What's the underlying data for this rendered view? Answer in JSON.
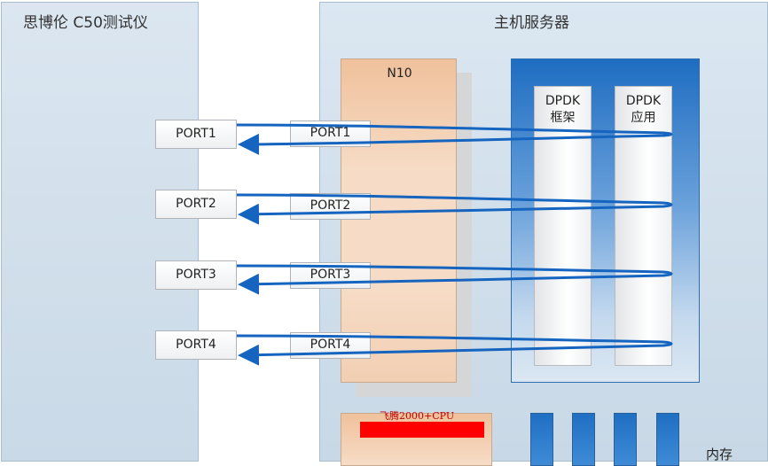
{
  "tester": {
    "title": "思博伦 C50测试仪"
  },
  "host": {
    "title": "主机服务器"
  },
  "n10": {
    "label": "N10"
  },
  "dpdk": {
    "framework": {
      "line1": "DPDK",
      "line2": "框架"
    },
    "app": {
      "line1": "DPDK",
      "line2": "应用"
    }
  },
  "tester_ports": [
    "PORT1",
    "PORT2",
    "PORT3",
    "PORT4"
  ],
  "n10_ports": [
    "PORT1",
    "PORT2",
    "PORT3",
    "PORT4"
  ],
  "cpu": {
    "label": "飞腾2000+CPU"
  },
  "memory": {
    "label": "内存"
  },
  "colors": {
    "flow": "#1565c0",
    "cpu_label": "#c00000",
    "accent_blue": "#1e6dc1"
  }
}
